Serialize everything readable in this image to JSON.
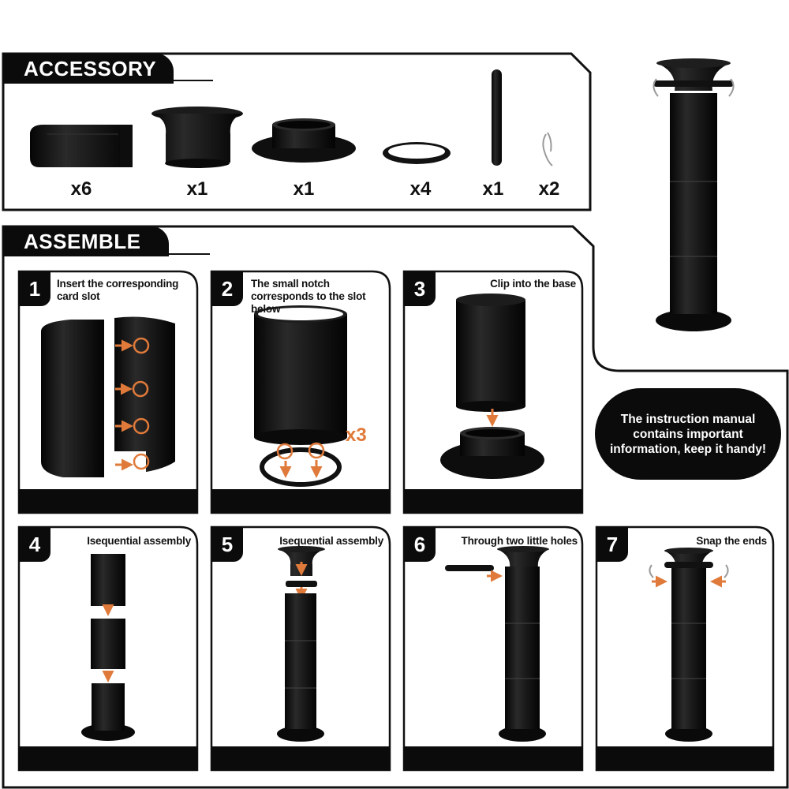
{
  "accessory": {
    "title": "ACCESSORY",
    "items": [
      {
        "name": "tube-section",
        "qty": "x6"
      },
      {
        "name": "top-funnel",
        "qty": "x1"
      },
      {
        "name": "base-plate",
        "qty": "x1"
      },
      {
        "name": "ring",
        "qty": "x4"
      },
      {
        "name": "rod",
        "qty": "x1"
      },
      {
        "name": "pin",
        "qty": "x2"
      }
    ]
  },
  "assemble": {
    "title": "ASSEMBLE",
    "steps": [
      {
        "number": "1",
        "label": "Insert the corresponding card slot"
      },
      {
        "number": "2",
        "label": "The small notch corresponds to the slot below",
        "badge": "x3"
      },
      {
        "number": "3",
        "label": "Clip into the base"
      },
      {
        "number": "4",
        "label": "Isequential assembly"
      },
      {
        "number": "5",
        "label": "Isequential assembly"
      },
      {
        "number": "6",
        "label": "Through two little holes"
      },
      {
        "number": "7",
        "label": "Snap the ends"
      }
    ]
  },
  "note": "The instruction manual contains important information, keep it handy!",
  "colors": {
    "accent": "#e07a3a",
    "ink": "#0b0b0b"
  }
}
